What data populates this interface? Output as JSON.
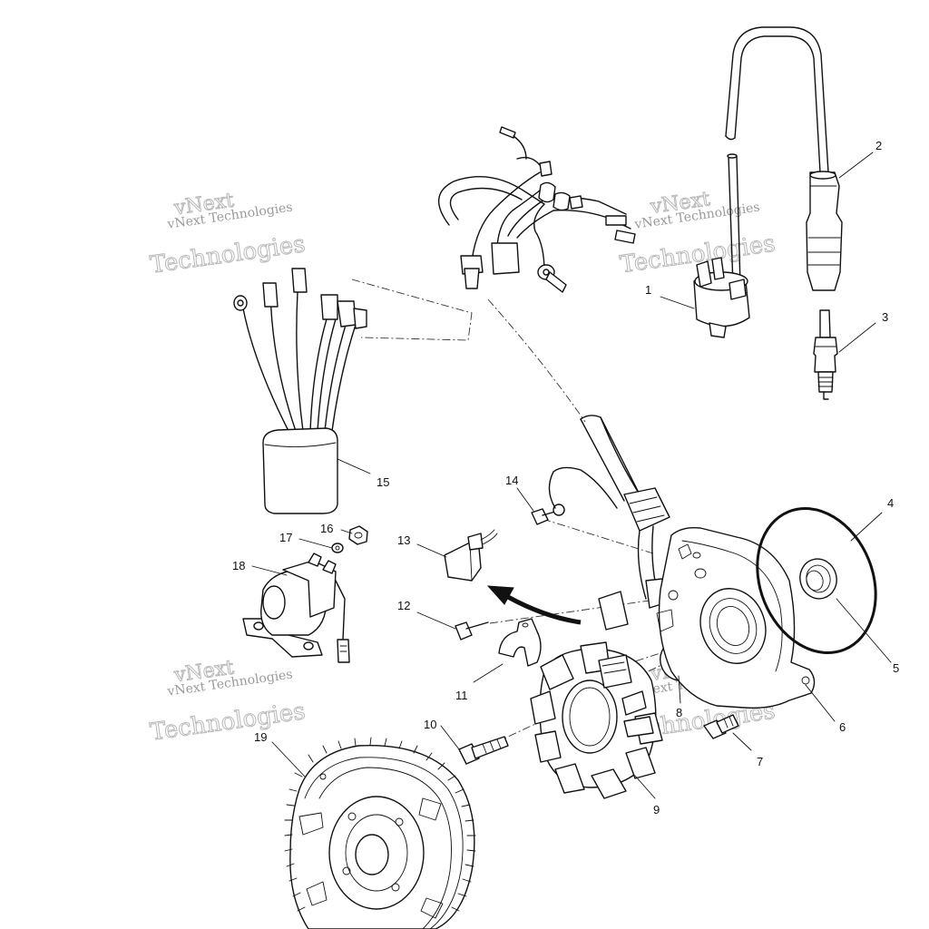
{
  "watermark": {
    "line": "vNext Technologies",
    "word_top": "vNext",
    "word_bottom": "Technologies"
  },
  "callouts": [
    "1",
    "2",
    "3",
    "4",
    "5",
    "6",
    "7",
    "8",
    "9",
    "10",
    "11",
    "12",
    "13",
    "14",
    "15",
    "16",
    "17",
    "18",
    "19"
  ],
  "icons": {
    "pointer_arrow": "curved-arrow-icon"
  }
}
